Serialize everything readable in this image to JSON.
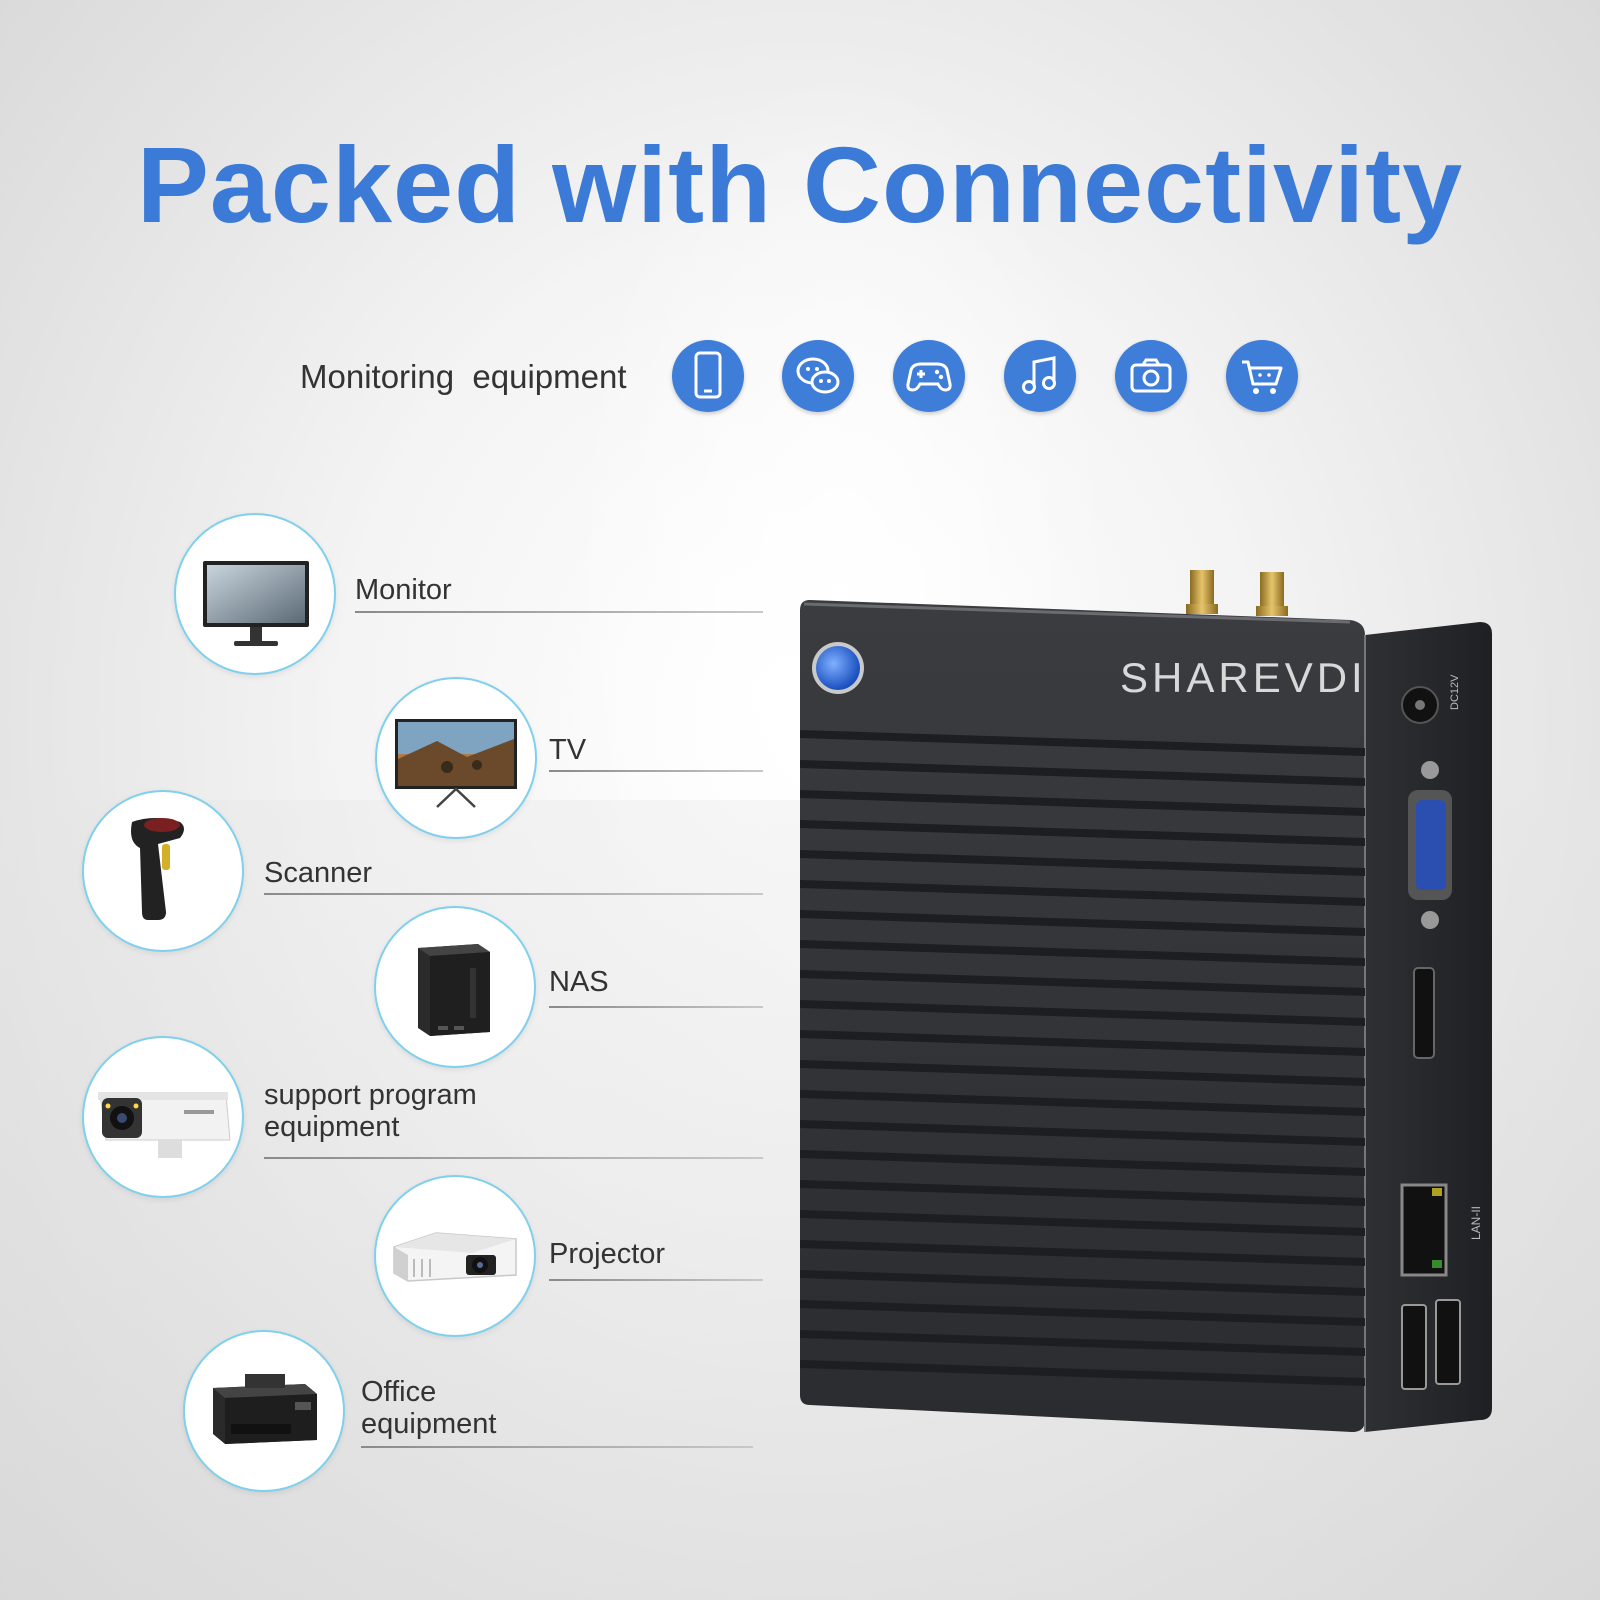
{
  "title": "Packed with Connectivity",
  "apps": {
    "label": "Monitoring  equipment",
    "icons": [
      "phone-icon",
      "chat-icon",
      "gamepad-icon",
      "music-icon",
      "camera-icon",
      "cart-icon"
    ],
    "color": "#3f7ed8"
  },
  "devices": [
    {
      "label": "Monitor",
      "icon": "monitor-icon"
    },
    {
      "label": "TV",
      "icon": "tv-icon"
    },
    {
      "label": "Scanner",
      "icon": "scanner-icon"
    },
    {
      "label": "NAS",
      "icon": "nas-icon"
    },
    {
      "label": "support program\nequipment",
      "icon": "camera-cctv-icon"
    },
    {
      "label": "Projector",
      "icon": "projector-icon"
    },
    {
      "label": "Office\nequipment",
      "icon": "printer-icon"
    }
  ],
  "product": {
    "brand": "SHAREVDI",
    "ports": [
      "DC12V",
      "LAN-II"
    ]
  },
  "colors": {
    "accent": "#3b7ad6",
    "ring": "#7fd0ec"
  }
}
